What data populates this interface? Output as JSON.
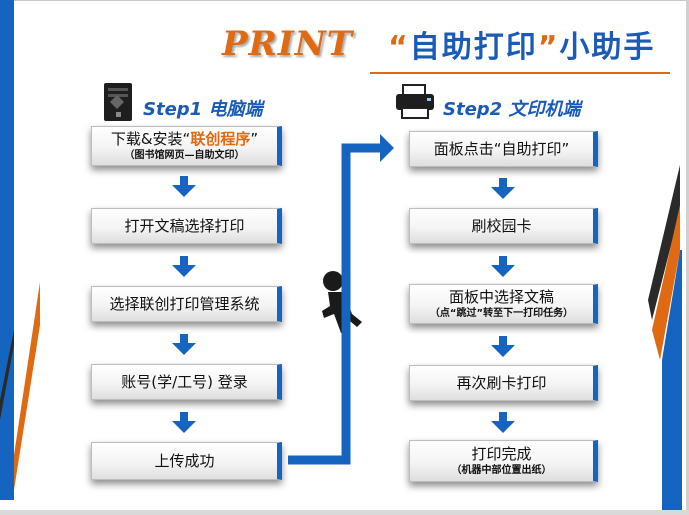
{
  "title": {
    "print": "PRINT",
    "quote_open": "“",
    "main": "自助打印",
    "quote_close": "”",
    "suffix": "小助手"
  },
  "step1": {
    "label": "Step1 电脑端",
    "icon": "computer-tower-icon",
    "boxes": [
      {
        "pre": "下载&安装“",
        "highlight": "联创程序",
        "post": "”",
        "sub": "（图书馆网页—自助文印）"
      },
      {
        "text": "打开文稿选择打印"
      },
      {
        "text": "选择联创打印管理系统"
      },
      {
        "text": "账号(学/工号) 登录"
      },
      {
        "text": "上传成功"
      }
    ]
  },
  "step2": {
    "label": "Step2 文印机端",
    "icon": "printer-icon",
    "boxes": [
      {
        "text": "面板点击“自助打印”"
      },
      {
        "text": "刷校园卡"
      },
      {
        "text": "面板中选择文稿",
        "sub": "（点“跳过”转至下一打印任务）"
      },
      {
        "text": "再次刷卡打印"
      },
      {
        "text": "打印完成",
        "sub": "（机器中部位置出纸）"
      }
    ]
  },
  "connector": {
    "icon": "walking-person-icon"
  },
  "colors": {
    "blue": "#1565c0",
    "orange": "#e06a12",
    "dark": "#222222"
  }
}
